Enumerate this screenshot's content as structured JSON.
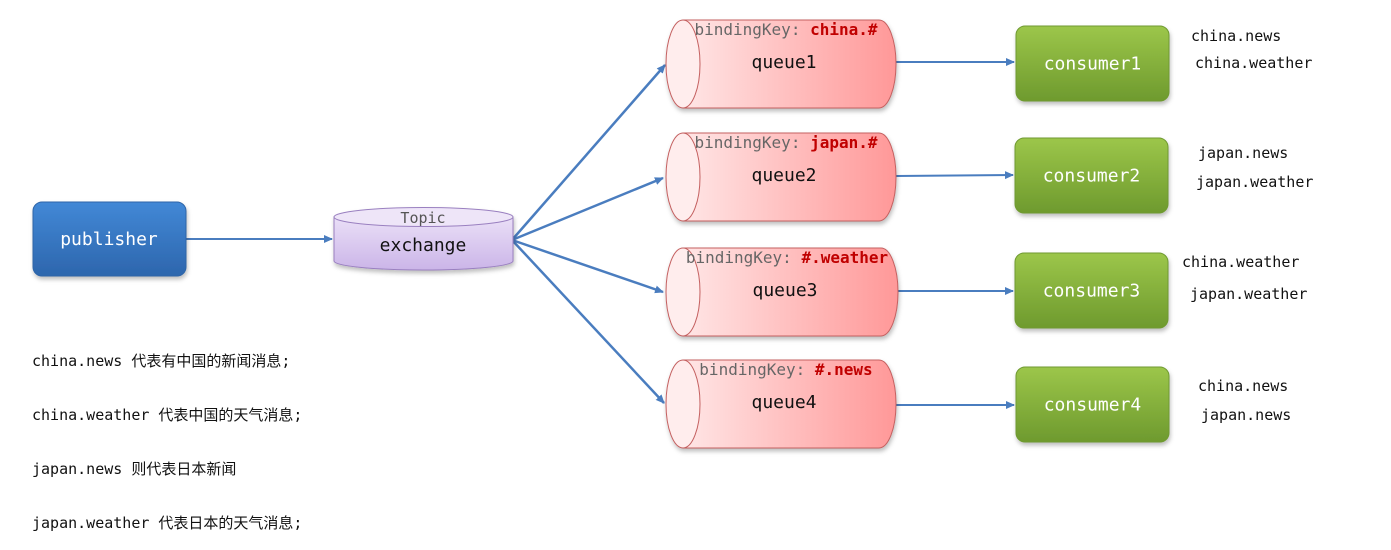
{
  "publisher": {
    "label": "publisher"
  },
  "exchange": {
    "type_label": "Topic",
    "label": "exchange"
  },
  "queues": [
    {
      "name": "queue1",
      "binding_prefix": "bindingKey: ",
      "binding_key": "china.#"
    },
    {
      "name": "queue2",
      "binding_prefix": "bindingKey: ",
      "binding_key": "japan.#"
    },
    {
      "name": "queue3",
      "binding_prefix": "bindingKey: ",
      "binding_key": "#.weather"
    },
    {
      "name": "queue4",
      "binding_prefix": "bindingKey: ",
      "binding_key": "#.news"
    }
  ],
  "consumers": [
    {
      "name": "consumer1",
      "messages": [
        "china.news",
        "china.weather"
      ]
    },
    {
      "name": "consumer2",
      "messages": [
        "japan.news",
        "japan.weather"
      ]
    },
    {
      "name": "consumer3",
      "messages": [
        "china.weather",
        "japan.weather"
      ]
    },
    {
      "name": "consumer4",
      "messages": [
        "china.news",
        "japan.news"
      ]
    }
  ],
  "notes": [
    "china.news 代表有中国的新闻消息;",
    "china.weather 代表中国的天气消息;",
    "japan.news 则代表日本新闻",
    "japan.weather 代表日本的天气消息;"
  ],
  "colors": {
    "publisher": "#3a7bc8",
    "exchange": "#d9c8ef",
    "queue": "#ff9a9a",
    "consumer": "#8ab43c",
    "arrow": "#4a7dbf",
    "binding_key": "#c00000"
  }
}
